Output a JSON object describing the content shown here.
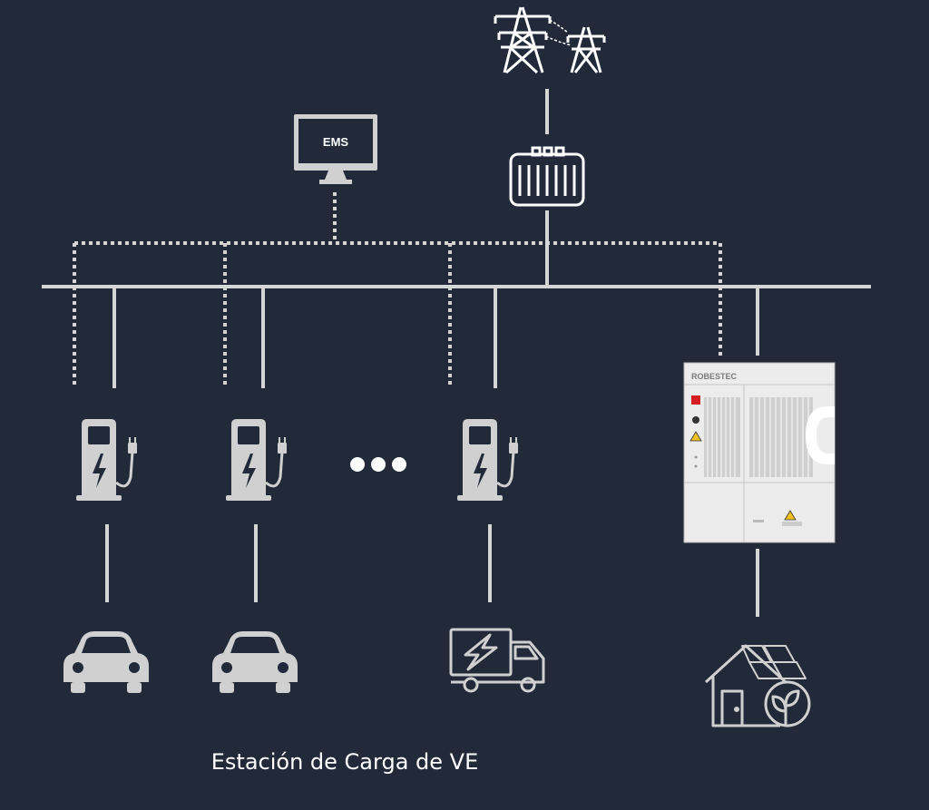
{
  "diagram": {
    "ems_label": "EMS",
    "brand_label": "ROBESTEC",
    "caption": "Estación de Carga de VE"
  },
  "colors": {
    "background": "#222a3a",
    "line": "#d6d6d6",
    "icon": "#d0d0d0",
    "cabinet": "#ececec"
  },
  "icons": [
    "transmission-tower-icon",
    "transformer-icon",
    "ems-monitor-icon",
    "ev-charger-icon",
    "ellipsis-icon",
    "car-icon",
    "electric-truck-icon",
    "battery-storage-cabinet",
    "solar-house-icon"
  ]
}
